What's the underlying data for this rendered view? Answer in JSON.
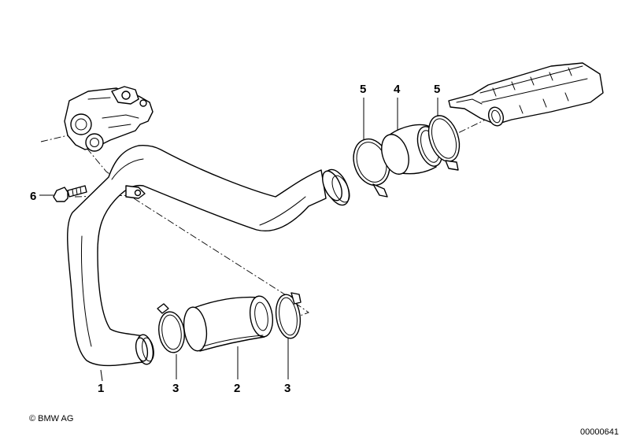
{
  "callouts": {
    "pipe": "1",
    "hose": "2",
    "clamp_lower_left": "3",
    "clamp_lower_right": "3",
    "sleeve": "4",
    "clamp_upper_left": "5",
    "clamp_upper_right": "5",
    "bolt": "6"
  },
  "footer": {
    "copyright": "© BMW AG",
    "drawing_number": "00000641"
  }
}
